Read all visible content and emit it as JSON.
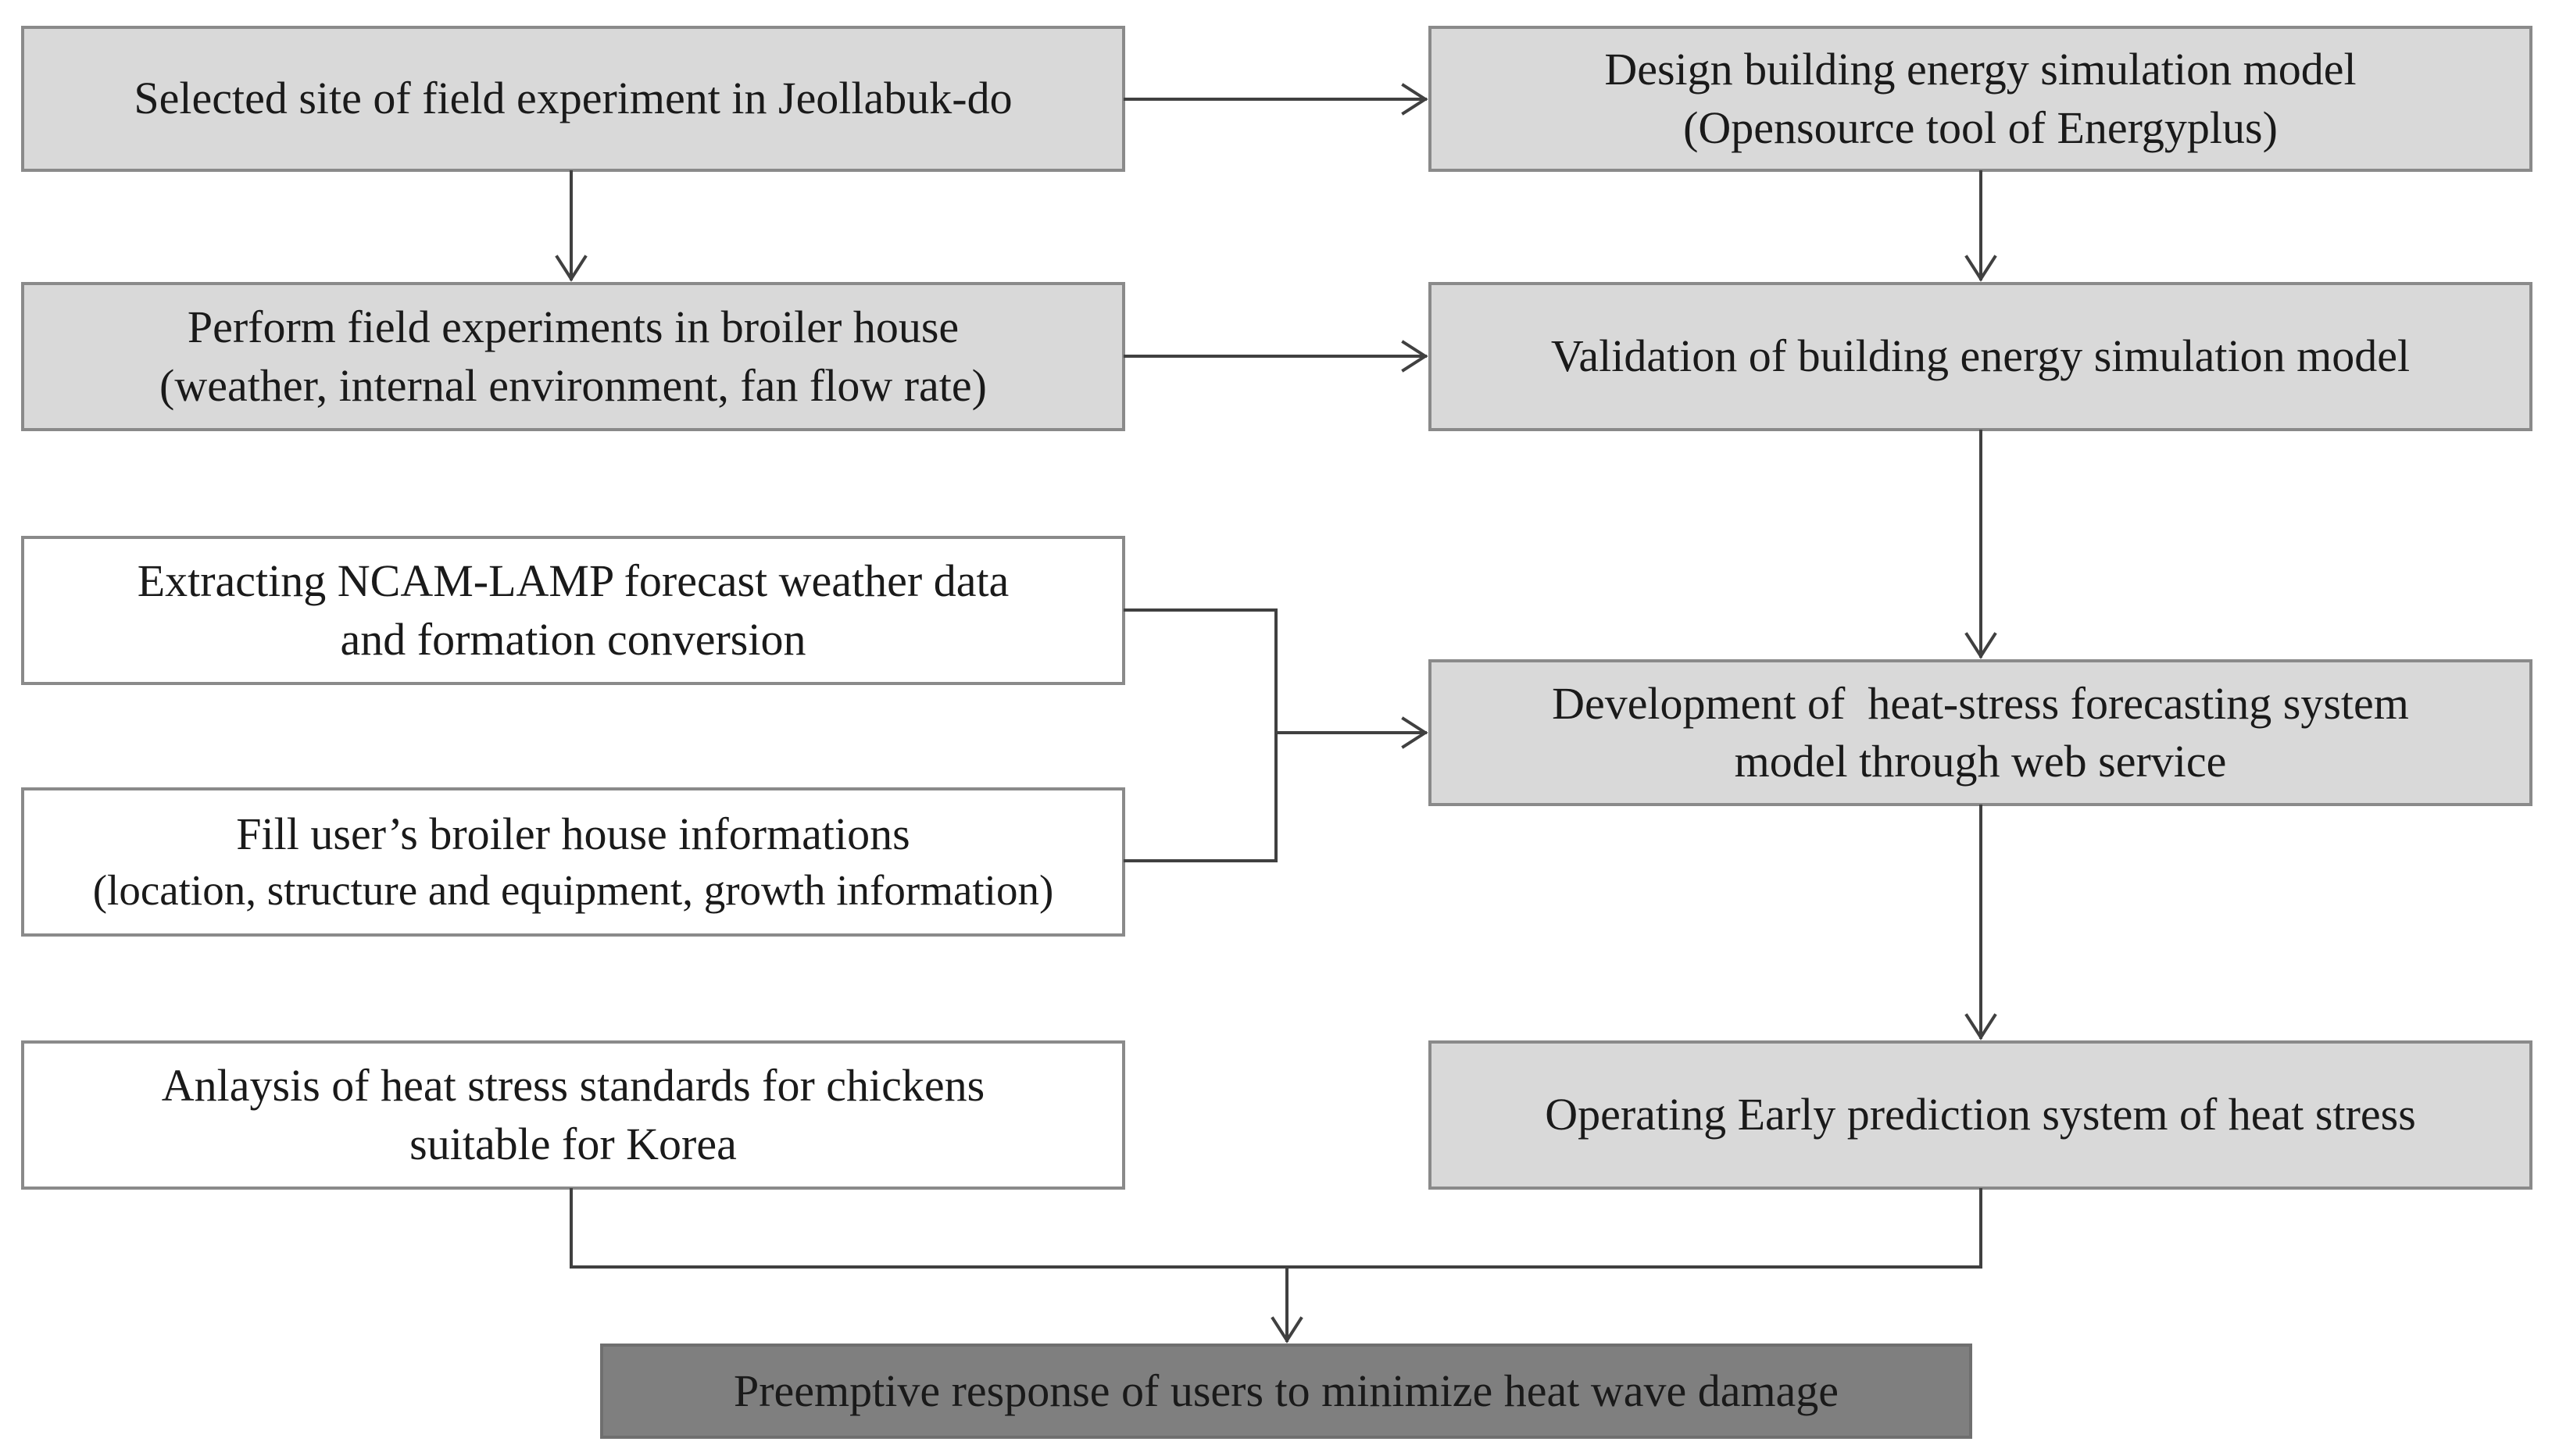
{
  "boxes": {
    "site_selection": {
      "lines": [
        "Selected site of field experiment in Jeollabuk-do"
      ]
    },
    "field_experiments": {
      "lines": [
        "Perform field experiments in broiler house",
        "(weather, internal environment, fan flow rate)"
      ]
    },
    "ncam_lamp": {
      "lines": [
        "Extracting NCAM-LAMP forecast weather data",
        "and formation conversion"
      ]
    },
    "user_info": {
      "lines": [
        "Fill user’s broiler house informations",
        "(location, structure and equipment, growth information)"
      ]
    },
    "heat_standards": {
      "lines": [
        "Anlaysis of heat stress standards for chickens",
        "suitable for Korea"
      ]
    },
    "design_model": {
      "lines": [
        "Design building energy simulation model",
        "(Opensource tool of Energyplus)"
      ]
    },
    "validation": {
      "lines": [
        "Validation of building energy simulation model"
      ]
    },
    "development": {
      "lines": [
        "Development of  heat-stress forecasting system",
        "model through web service"
      ]
    },
    "operating": {
      "lines": [
        "Operating Early prediction system of heat stress"
      ]
    },
    "preemptive": {
      "lines": [
        "Preemptive response of users to minimize heat wave damage"
      ]
    }
  },
  "colors": {
    "gray_fill": "#d9d9d9",
    "white_fill": "#ffffff",
    "dark_fill": "#7f7f7f",
    "border": "#8a8a8a",
    "line": "#404040"
  }
}
